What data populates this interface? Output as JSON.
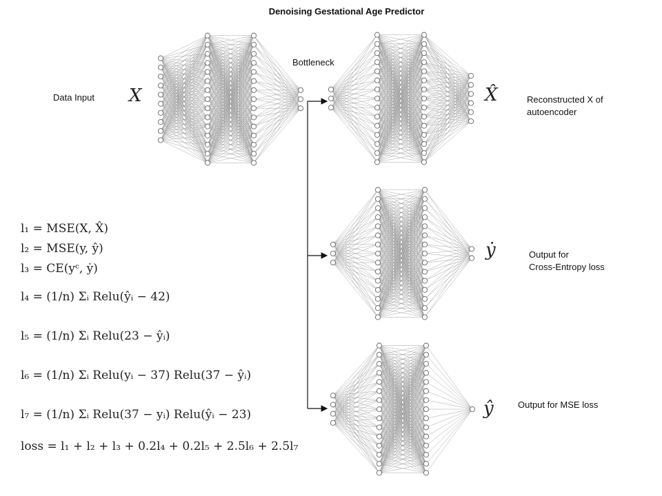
{
  "title": "Denoising Gestational Age Predictor",
  "labels": {
    "data_input": "Data Input",
    "bottleneck": "Bottleneck",
    "reconstructed_line1": "Reconstructed X of",
    "reconstructed_line2": "autoencoder",
    "ce_line1": "Output for",
    "ce_line2": "Cross-Entropy loss",
    "mse": "Output for MSE loss"
  },
  "symbols": {
    "input": "X",
    "reconstructed": "X̂",
    "ce_output": "ẏ",
    "mse_output": "ŷ"
  },
  "equations": [
    "l₁ = MSE(X, X̂)",
    "l₂ = MSE(y, ŷ)",
    "l₃ = CE(yᶜ, ẏ)",
    "l₄ = (1/n) Σᵢ Relu(ŷᵢ − 42)",
    "l₅ = (1/n) Σᵢ Relu(23 − ŷᵢ)",
    "l₆ = (1/n) Σᵢ Relu(yᵢ − 37) Relu(37 − ŷᵢ)",
    "l₇ = (1/n) Σᵢ Relu(37 − yᵢ) Relu(ŷᵢ − 23)",
    "loss = l₁ + l₂ + l₃ + 0.2l₄ + 0.2l₅ + 2.5l₆ + 2.5l₇"
  ],
  "networks": [
    {
      "name": "encoder",
      "layer_sizes": [
        10,
        15,
        15,
        3
      ]
    },
    {
      "name": "decoder",
      "layer_sizes": [
        3,
        15,
        15,
        6
      ]
    },
    {
      "name": "ce-head",
      "layer_sizes": [
        3,
        15,
        15,
        2
      ]
    },
    {
      "name": "mse-head",
      "layer_sizes": [
        4,
        15,
        15,
        1
      ]
    }
  ]
}
